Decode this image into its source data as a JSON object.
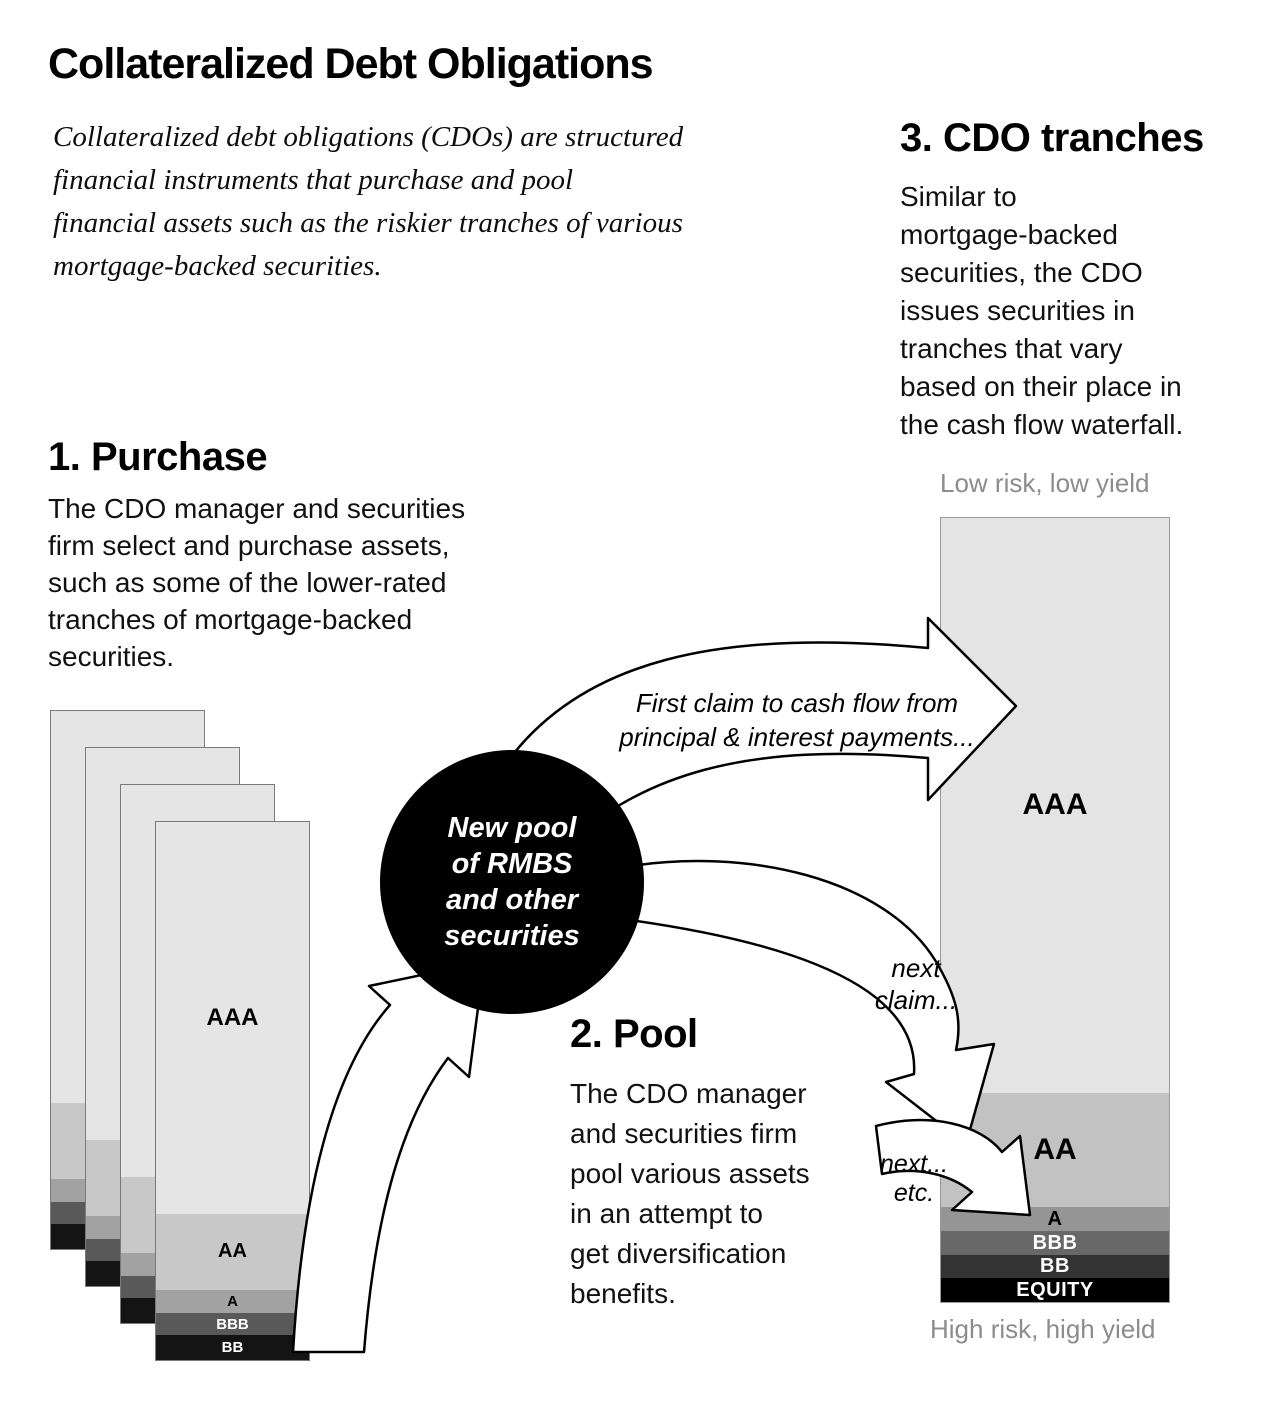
{
  "title": "Collateralized Debt Obligations",
  "intro": "Collateralized debt obligations (CDOs) are structured\nfinancial instruments that purchase and pool\nfinancial assets such as the riskier tranches of various\nmortgage-backed securities.",
  "steps": {
    "purchase": {
      "heading": "1. Purchase",
      "body": "The CDO manager and securities\nfirm select and purchase assets,\nsuch as some of the lower-rated\ntranches of mortgage-backed\nsecurities."
    },
    "pool": {
      "heading": "2. Pool",
      "body": "The CDO manager\nand securities firm\npool various assets\nin an attempt to\nget diversification\nbenefits."
    },
    "tranches": {
      "heading": "3. CDO tranches",
      "body": "Similar to\nmortgage-backed\nsecurities, the CDO\nissues securities in\ntranches that vary\nbased on their place in\nthe cash flow waterfall."
    }
  },
  "pool_circle": {
    "text": "New pool of RMBS and other securities",
    "color": "#000000"
  },
  "flow_labels": {
    "first_claim": "First claim to cash flow from\nprincipal & interest payments...",
    "next_claim": "next\nclaim...",
    "next_etc": "next...\netc."
  },
  "risk_labels": {
    "low": "Low risk, low yield",
    "high": "High risk, high yield"
  },
  "rmbs_card_tranches": [
    {
      "label": "AAA",
      "color": "#e5e5e5",
      "text_color": "#000000",
      "pct": 72.8
    },
    {
      "label": "AA",
      "color": "#c8c8c8",
      "text_color": "#000000",
      "pct": 14.2
    },
    {
      "label": "A",
      "color": "#a2a2a2",
      "text_color": "#000000",
      "pct": 4.3
    },
    {
      "label": "BBB",
      "color": "#595959",
      "text_color": "#ffffff",
      "pct": 4.1
    },
    {
      "label": "BB",
      "color": "#141414",
      "text_color": "#ffffff",
      "pct": 4.6
    }
  ],
  "cdo_tranches": [
    {
      "label": "AAA",
      "color": "#e4e4e4",
      "text_color": "#000000",
      "pct": 73.3
    },
    {
      "label": "AA",
      "color": "#c2c2c2",
      "text_color": "#000000",
      "pct": 14.6
    },
    {
      "label": "A",
      "color": "#959595",
      "text_color": "#000000",
      "pct": 3.1
    },
    {
      "label": "BBB",
      "color": "#686868",
      "text_color": "#ffffff",
      "pct": 3.0
    },
    {
      "label": "BB",
      "color": "#333333",
      "text_color": "#ffffff",
      "pct": 3.0
    },
    {
      "label": "EQUITY",
      "color": "#000000",
      "text_color": "#ffffff",
      "pct": 3.0
    }
  ]
}
